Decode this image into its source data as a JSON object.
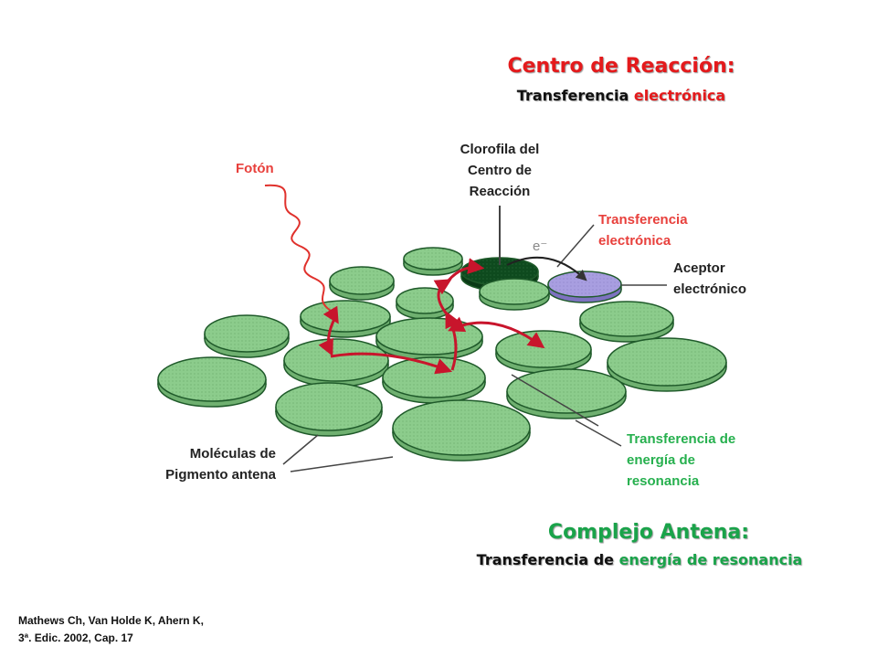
{
  "reaction_center": {
    "title": "Centro de Reacción:",
    "subtitle_black": "Transferencia",
    "subtitle_red": "electrónica"
  },
  "antenna_complex": {
    "title": "Complejo Antena:",
    "subtitle_black": "Transferencia de",
    "subtitle_green": "energía de resonancia"
  },
  "labels": {
    "photon": "Fotón",
    "rc_chlorophyll": [
      "Clorofila del",
      "Centro de",
      "Reacción"
    ],
    "electron": "e⁻",
    "electron_transfer": [
      "Transferencia",
      "electrónica"
    ],
    "acceptor": [
      "Aceptor",
      "electrónico"
    ],
    "pigments": [
      "Moléculas de",
      "Pigmento antena"
    ],
    "resonance": [
      "Transferencia de",
      "energía de",
      "resonancia"
    ]
  },
  "citation": [
    "Mathews Ch, Van Holde K, Ahern K,",
    "3ª. Edic. 2002, Cap. 17"
  ],
  "colors": {
    "disk_fill": "#8ccc8c",
    "disk_rim": "#1f5a2a",
    "rc_fill": "#0e4a1e",
    "acceptor_fill": "#a89ee0",
    "arrow": "#c8152c",
    "photon_wave": "#e0312c",
    "red_text": "#e41a1c",
    "green_text": "#1aa34a"
  }
}
